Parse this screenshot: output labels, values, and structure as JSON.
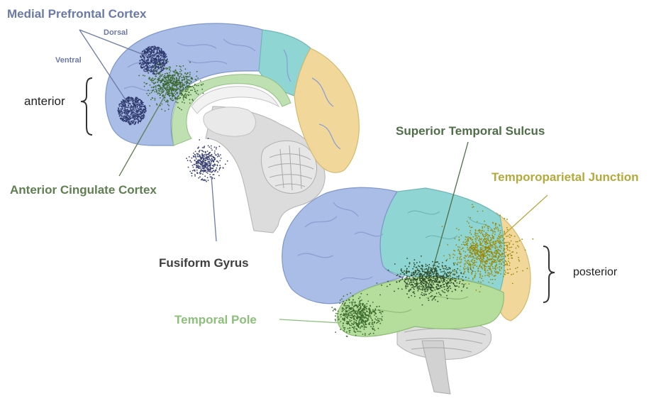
{
  "labels": {
    "mpfc": "Medial Prefrontal Cortex",
    "dorsal": "Dorsal",
    "ventral": "Ventral",
    "anterior": "anterior",
    "acc": "Anterior Cingulate Cortex",
    "fusiform": "Fusiform Gyrus",
    "sts": "Superior Temporal Sulcus",
    "tpj": "Temporoparietal Junction",
    "posterior": "posterior",
    "temporal_pole": "Temporal Pole"
  },
  "colors": {
    "frontal_lobe": "#a9bde6",
    "cingulate": "#bfe0b0",
    "parietal_lobe": "#8fd5d3",
    "occipital_lobe": "#f1d89a",
    "temporal_lobe": "#b5dd9b",
    "cerebellum": "#d9d9d9",
    "mpfc_label": "#6b79a6",
    "acc_label": "#5f7f52",
    "fusiform_label": "#3e3e3e",
    "sts_label": "#4e6e47",
    "tpj_label": "#b5a93c",
    "tp_label": "#8cbf7a",
    "mpfc_dots": "#2e3a6e",
    "acc_dots": "#3a6b2e",
    "sts_dots": "#2e4d2a",
    "tpj_dots": "#9a8a0a",
    "fusiform_dots": "#3a4275"
  }
}
